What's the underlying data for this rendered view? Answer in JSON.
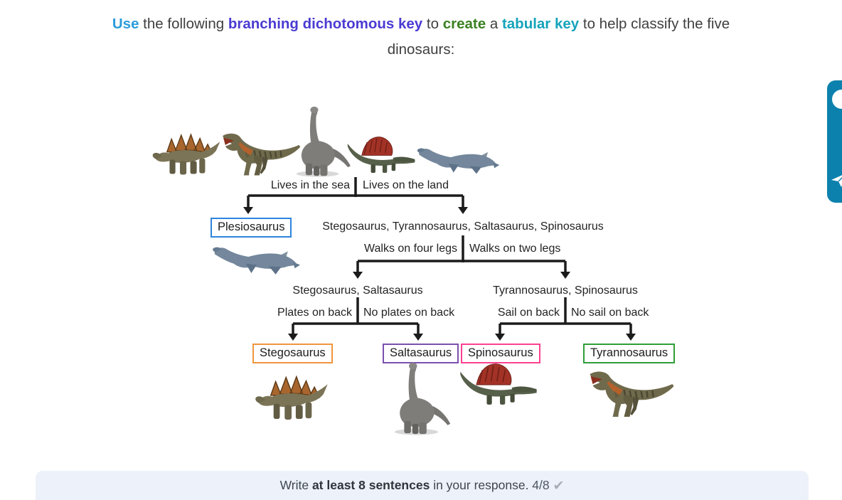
{
  "title": {
    "parts": [
      {
        "text": "Use"
      },
      {
        "text": " the following "
      },
      {
        "text": "branching dichotomous key"
      },
      {
        "text": " to "
      },
      {
        "text": "create"
      },
      {
        "text": " a "
      },
      {
        "text": "tabular key"
      },
      {
        "text": " to help classify the five"
      }
    ],
    "line2": "dinosaurs:"
  },
  "diagram": {
    "split_habitat": {
      "left": "Lives in the sea",
      "right": "Lives on the land"
    },
    "sea_result": "Plesiosaurus",
    "land_group": "Stegosaurus, Tyrannosaurus, Saltasaurus, Spinosaurus",
    "split_legs": {
      "left": "Walks on four legs",
      "right": "Walks on two legs"
    },
    "four_legs_group": "Stegosaurus, Saltasaurus",
    "two_legs_group": "Tyrannosaurus, Spinosaurus",
    "split_plates": {
      "left": "Plates on back",
      "right": "No plates on back"
    },
    "split_sail": {
      "left": "Sail on back",
      "right": "No sail on back"
    },
    "results": {
      "stegosaurus": "Stegosaurus",
      "saltasaurus": "Saltasaurus",
      "spinosaurus": "Spinosaurus",
      "tyrannosaurus": "Tyrannosaurus"
    },
    "top_row_images": [
      "stegosaurus",
      "tyrannosaurus",
      "saltasaurus",
      "spinosaurus",
      "plesiosaurus"
    ]
  },
  "sidebar": {
    "icons": [
      "help-bubble-icon",
      "paper-plane-icon"
    ]
  },
  "footer": {
    "prefix": "Write ",
    "bold_text": "at least 8 sentences",
    "suffix": " in your response. ",
    "count": "4/8",
    "check_glyph": "✔"
  },
  "colors": {
    "title_use": "#2d9cdb",
    "title_branching_key": "#4a3bd2",
    "title_create": "#3a8121",
    "title_tabular_key": "#16a3bb",
    "box_plesiosaurus": "#2f84dd",
    "box_stegosaurus": "#f0953e",
    "box_saltasaurus": "#7a50ae",
    "box_spinosaurus": "#fc4191",
    "box_tyrannosaurus": "#2f9e38",
    "side_panel": "#0d81ad",
    "footer_background": "#edf1f9",
    "connector_lines": "#1b1b1b"
  }
}
